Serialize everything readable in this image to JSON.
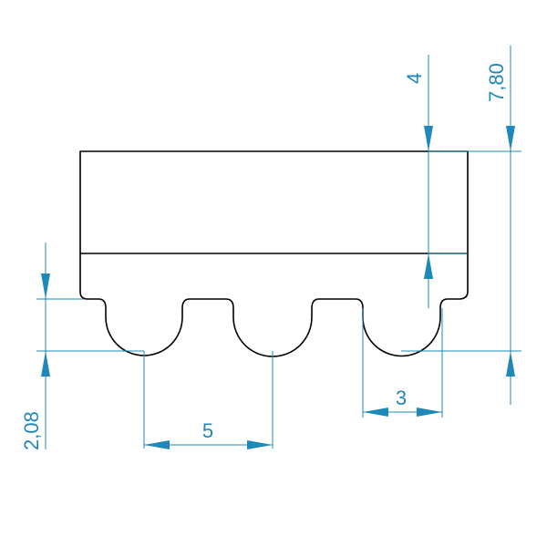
{
  "drawing": {
    "dimensions": {
      "total_height": "7,80",
      "belt_back_height": "4",
      "tooth_height": "2,08",
      "pitch": "5",
      "tooth_width": "3"
    },
    "colors": {
      "outline": "#000000",
      "dimension": "#1e88b8",
      "background": "#ffffff"
    }
  }
}
